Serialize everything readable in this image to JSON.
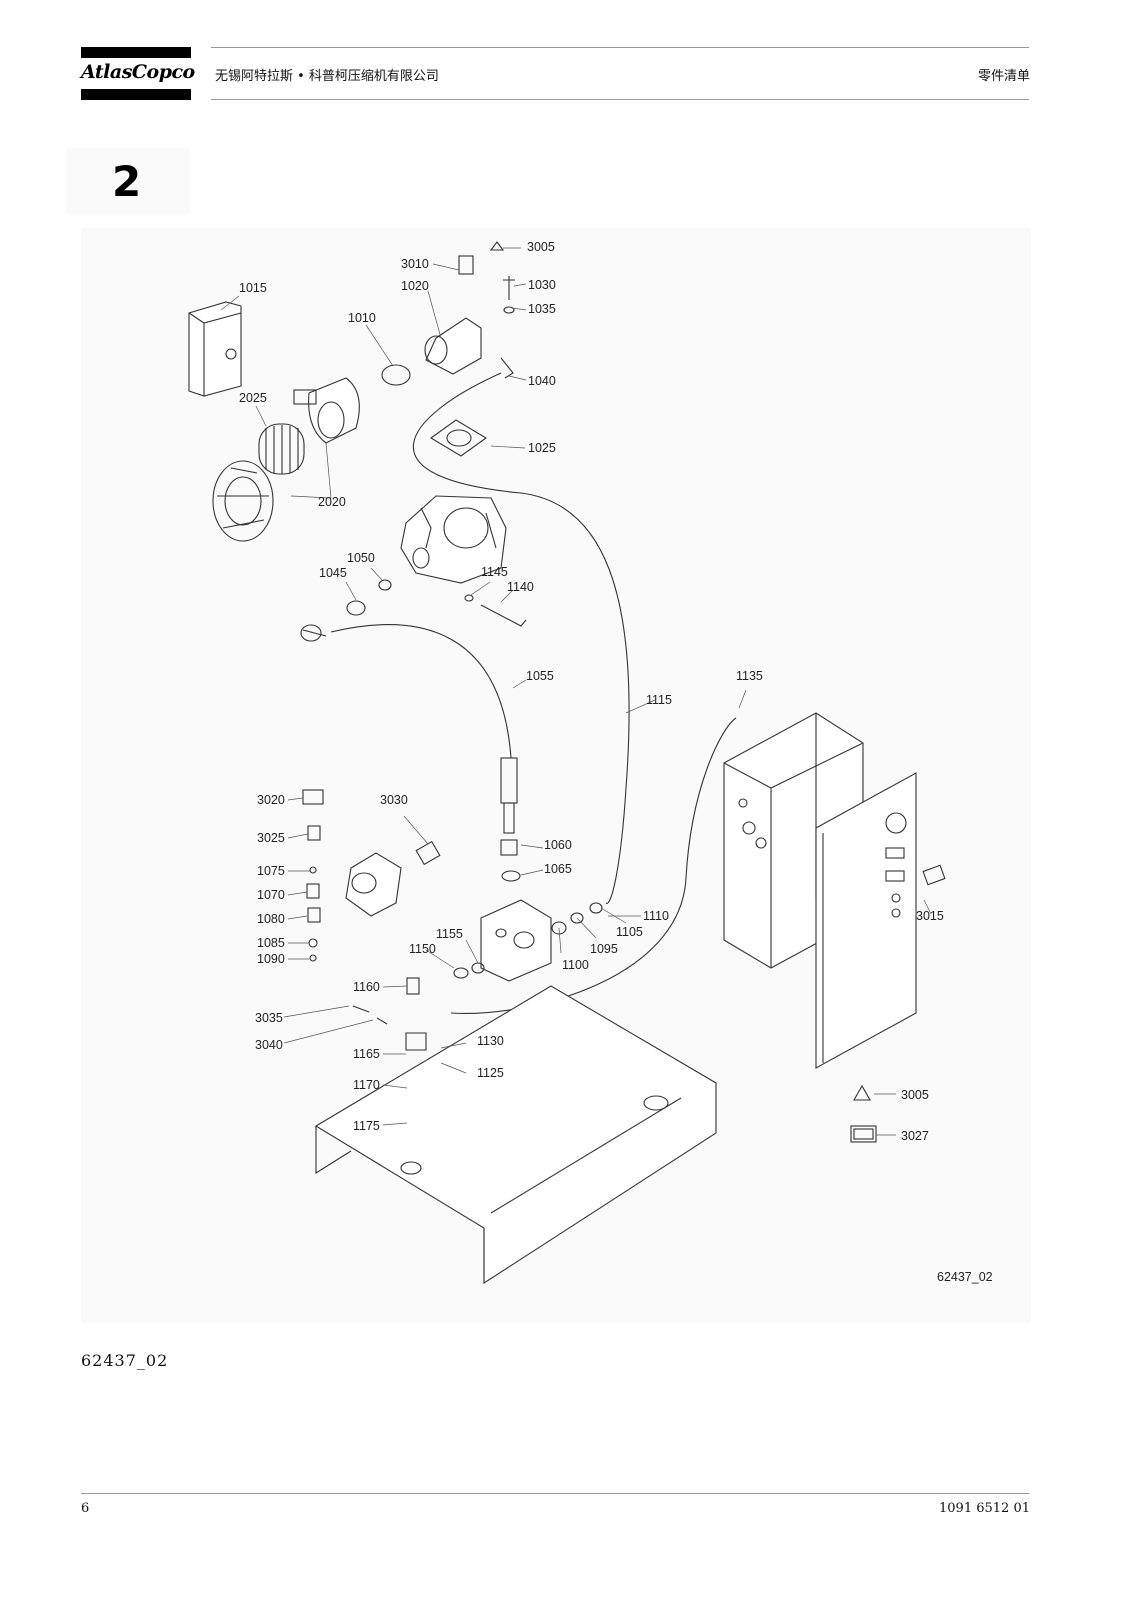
{
  "header": {
    "logo_text": "AtlasCopco",
    "company": "无锡阿特拉斯 • 科普柯压缩机有限公司",
    "title": "零件清单"
  },
  "section_number": "2",
  "drawing": {
    "drawing_code": "62437_02",
    "callouts": [
      "3005",
      "3010",
      "1030",
      "1020",
      "1035",
      "1015",
      "1010",
      "1040",
      "2025",
      "1025",
      "2020",
      "1050",
      "1145",
      "1045",
      "1140",
      "1055",
      "1135",
      "1115",
      "3020",
      "3030",
      "3025",
      "1060",
      "1075",
      "1065",
      "1070",
      "1080",
      "1110",
      "1155",
      "1105",
      "1085",
      "1150",
      "1095",
      "3015",
      "1090",
      "1100",
      "1160",
      "3035",
      "1130",
      "3040",
      "1165",
      "1125",
      "1170",
      "3005",
      "1175",
      "3027"
    ]
  },
  "caption": "62437_02",
  "footer": {
    "page_number": "6",
    "doc_number": "1091 6512 01"
  }
}
